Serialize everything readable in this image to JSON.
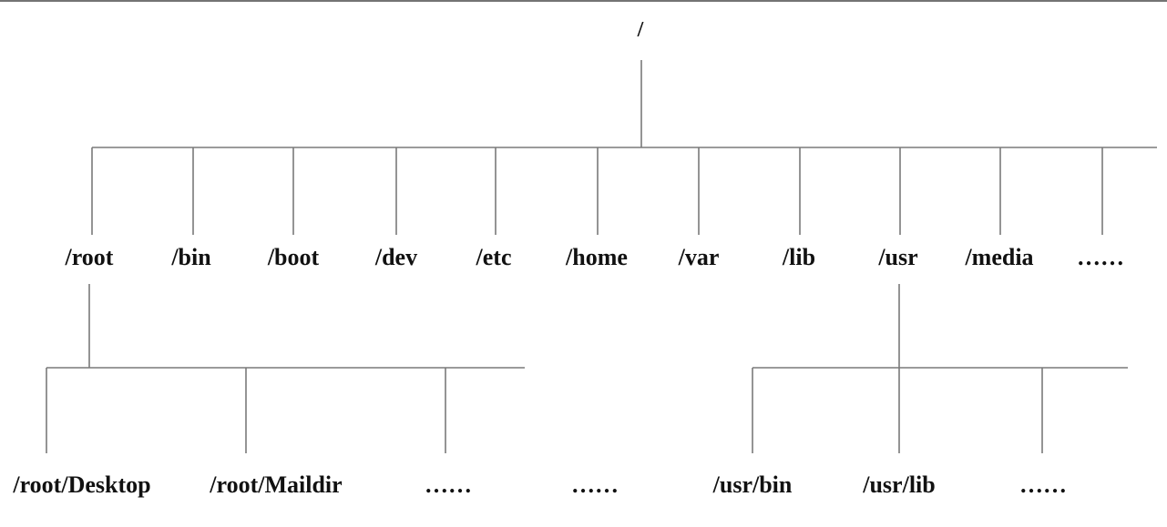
{
  "tree": {
    "root": {
      "label": "/"
    },
    "level1": [
      {
        "label": "/root"
      },
      {
        "label": "/bin"
      },
      {
        "label": "/boot"
      },
      {
        "label": "/dev"
      },
      {
        "label": "/etc"
      },
      {
        "label": "/home"
      },
      {
        "label": "/var"
      },
      {
        "label": "/lib"
      },
      {
        "label": "/usr"
      },
      {
        "label": "/media"
      },
      {
        "label": "……"
      }
    ],
    "root_children": [
      {
        "label": "/root/Desktop"
      },
      {
        "label": "/root/Maildir"
      },
      {
        "label": "……"
      },
      {
        "label": "……"
      }
    ],
    "usr_children": [
      {
        "label": "/usr/bin"
      },
      {
        "label": "/usr/lib"
      },
      {
        "label": "……"
      }
    ]
  }
}
